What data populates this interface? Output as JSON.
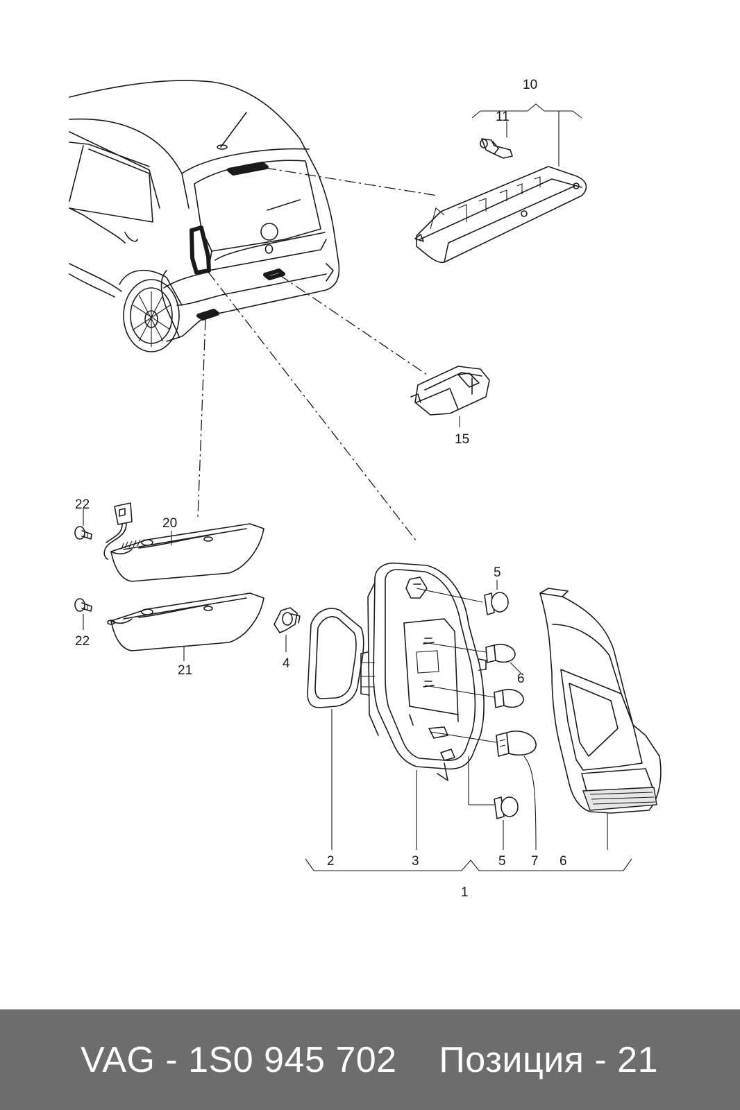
{
  "callouts": {
    "c1": "1",
    "c2": "2",
    "c3": "3",
    "c4": "4",
    "c5a": "5",
    "c5b": "5",
    "c6a": "6",
    "c6b": "6",
    "c7": "7",
    "c10": "10",
    "c11": "11",
    "c15": "15",
    "c20": "20",
    "c21": "21",
    "c22a": "22",
    "c22b": "22"
  },
  "footer": {
    "part_number": "VAG - 1S0 945 702",
    "position": "Позиция - 21"
  },
  "colors": {
    "footer_bg": "#6d6d6d",
    "footer_text": "#ffffff",
    "line": "#1a1a1a"
  }
}
